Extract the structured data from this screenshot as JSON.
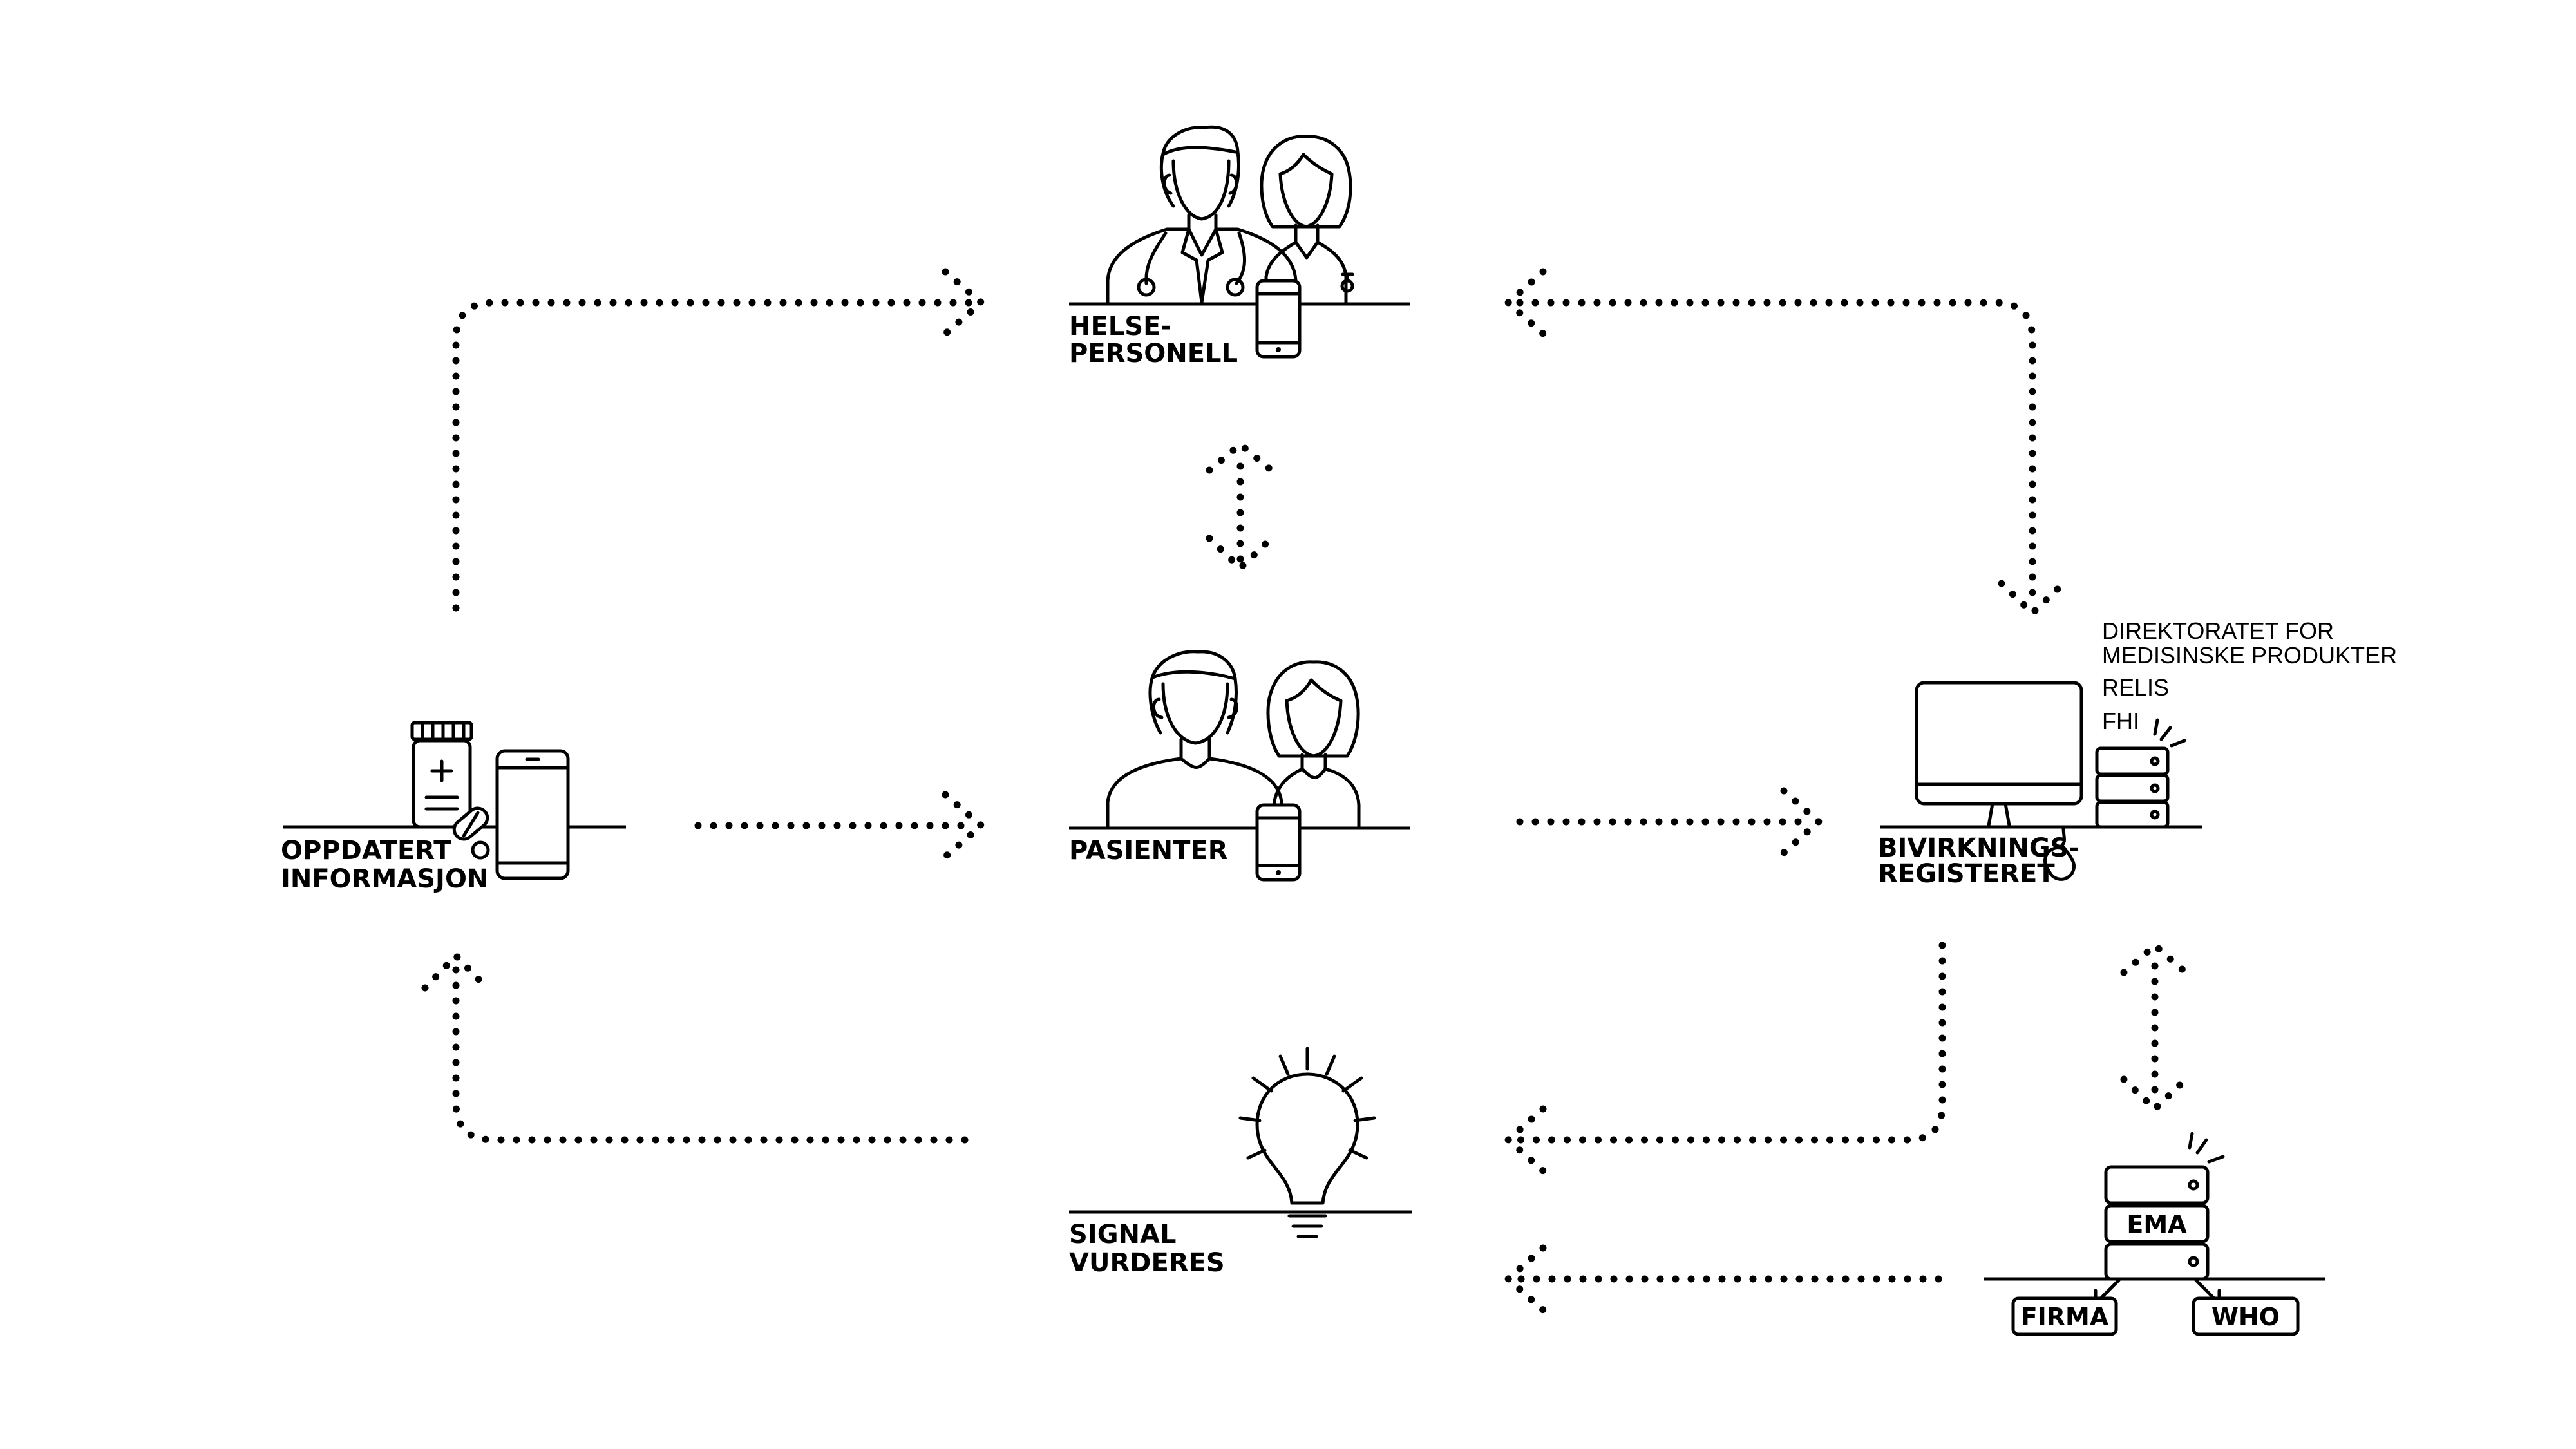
{
  "nodes": {
    "helsepersonell": {
      "line1": "HELSE-",
      "line2": "PERSONELL"
    },
    "pasienter": {
      "label": "PASIENTER"
    },
    "oppdatert": {
      "line1": "OPPDATERT",
      "line2": "INFORMASJON"
    },
    "bivirkningsregisteret": {
      "line1": "BIVIRKNINGS-",
      "line2": "REGISTERET"
    },
    "signal": {
      "line1": "SIGNAL",
      "line2": "VURDERES"
    },
    "ema": {
      "label": "EMA"
    },
    "firma": {
      "label": "FIRMA"
    },
    "who": {
      "label": "WHO"
    }
  },
  "register_info": {
    "dmp_line1": "DIREKTORATET FOR",
    "dmp_line2": "MEDISINSKE PRODUKTER",
    "relis": "RELIS",
    "fhi": "FHI"
  },
  "edges": [
    {
      "from": "oppdatert",
      "to": "helsepersonell",
      "kind": "one-way"
    },
    {
      "from": "oppdatert",
      "to": "pasienter",
      "kind": "one-way"
    },
    {
      "from": "helsepersonell",
      "to": "pasienter",
      "kind": "two-way"
    },
    {
      "from": "helsepersonell",
      "to": "bivirkningsregisteret",
      "kind": "two-way"
    },
    {
      "from": "pasienter",
      "to": "bivirkningsregisteret",
      "kind": "one-way"
    },
    {
      "from": "bivirkningsregisteret",
      "to": "ema",
      "kind": "two-way"
    },
    {
      "from": "bivirkningsregisteret",
      "to": "signal",
      "kind": "one-way"
    },
    {
      "from": "ema",
      "to": "signal",
      "kind": "one-way"
    },
    {
      "from": "signal",
      "to": "oppdatert",
      "kind": "one-way"
    },
    {
      "from": "ema",
      "to": "firma",
      "kind": "one-way"
    },
    {
      "from": "ema",
      "to": "who",
      "kind": "one-way"
    }
  ],
  "colors": {
    "ink": "#000000",
    "background": "#ffffff"
  }
}
